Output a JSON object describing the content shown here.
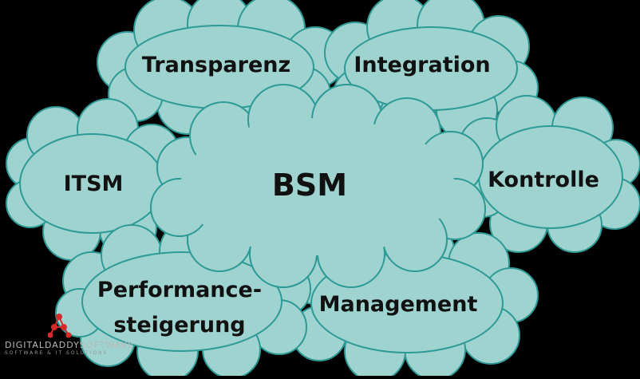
{
  "diagram": {
    "center": "BSM",
    "clouds": {
      "transparenz": "Transparenz",
      "integration": "Integration",
      "itsm": "ITSM",
      "kontrolle": "Kontrolle",
      "performance_line1": "Performance-",
      "performance_line2": "steigerung",
      "management": "Management"
    }
  },
  "watermark": {
    "brand": "DIGITALDADDYSOFTWAVE",
    "tagline": "SOFTWARE & IT SOLUTIONS"
  },
  "colors": {
    "background": "#000000",
    "cloud_fill": "#9fd3cf",
    "cloud_stroke": "#2e9a96",
    "text": "#111111",
    "logo_red": "#d52b2b"
  }
}
